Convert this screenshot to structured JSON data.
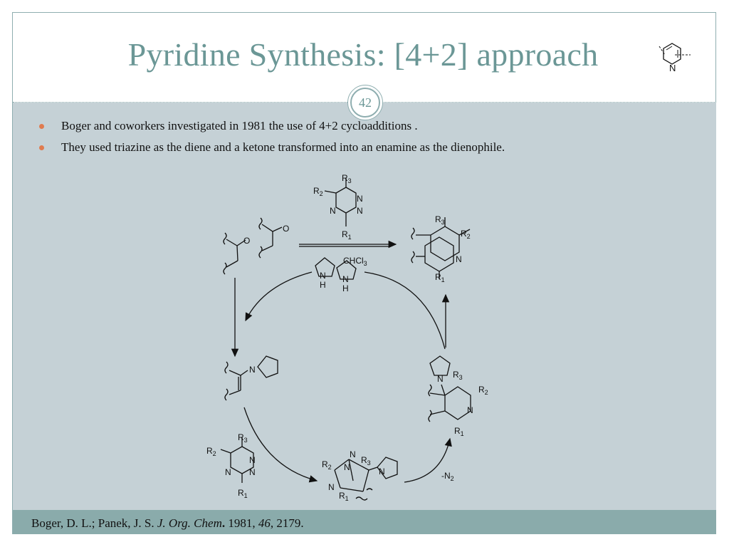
{
  "slide": {
    "title": "Pyridine Synthesis: [4+2] approach",
    "page_number": "42",
    "bullets": [
      "Boger and coworkers investigated in 1981 the use of 4+2 cycloadditions .",
      "They used triazine as the diene and a ketone transformed into an enamine as the dienophile."
    ],
    "citation": {
      "authors": "Boger, D. L.; Panek, J. S. ",
      "journal": "J. Org. Chem",
      "dot": ".",
      "year": " 1981, ",
      "volume": "46",
      "pages": ", 2179."
    },
    "logo_icon": "pyridine-disconnection-icon"
  },
  "scheme": {
    "labels": {
      "ketone_O1": "O",
      "ketone_O2": "O",
      "solvent": "CHCl",
      "solvent_sub": "3",
      "pyrrolidine_H1": "H",
      "pyrrolidine_H2": "H",
      "pyrrolidine_N1": "N",
      "pyrrolidine_N2": "N",
      "enamine_N": "N",
      "triazine_top_R3": "R",
      "triazine_top_R3_sub": "3",
      "triazine_top_R2": "R",
      "triazine_top_R2_sub": "2",
      "triazine_top_R1": "R",
      "triazine_top_R1_sub": "1",
      "triazine_top_N": "N",
      "product_R3": "R",
      "product_R3_sub": "3",
      "product_R2": "R",
      "product_R2_sub": "2",
      "product_R1": "R",
      "product_R1_sub": "1",
      "product_N": "N",
      "dihydro_R3": "R",
      "dihydro_R3_sub": "3",
      "dihydro_R2": "R",
      "dihydro_R2_sub": "2",
      "dihydro_R1": "R",
      "dihydro_R1_sub": "1",
      "dihydro_N_ring": "N",
      "dihydro_N_amine": "N",
      "triazine_low_R3": "R",
      "triazine_low_R3_sub": "3",
      "triazine_low_R2": "R",
      "triazine_low_R2_sub": "2",
      "triazine_low_R1": "R",
      "triazine_low_R1_sub": "1",
      "triazine_low_N": "N",
      "bicyclic_R2": "R",
      "bicyclic_R2_sub": "2",
      "bicyclic_R3": "R",
      "bicyclic_R3_sub": "3",
      "bicyclic_R1": "R",
      "bicyclic_R1_sub": "1",
      "bicyclic_N": "N",
      "loss_of_n2": "-N",
      "loss_of_n2_sub": "2"
    }
  },
  "colors": {
    "title": "#6b9796",
    "content_bg": "#c5d1d6",
    "footer_bg": "#8aabab",
    "bullet": "#e07b4f",
    "border": "#8faeb0"
  }
}
